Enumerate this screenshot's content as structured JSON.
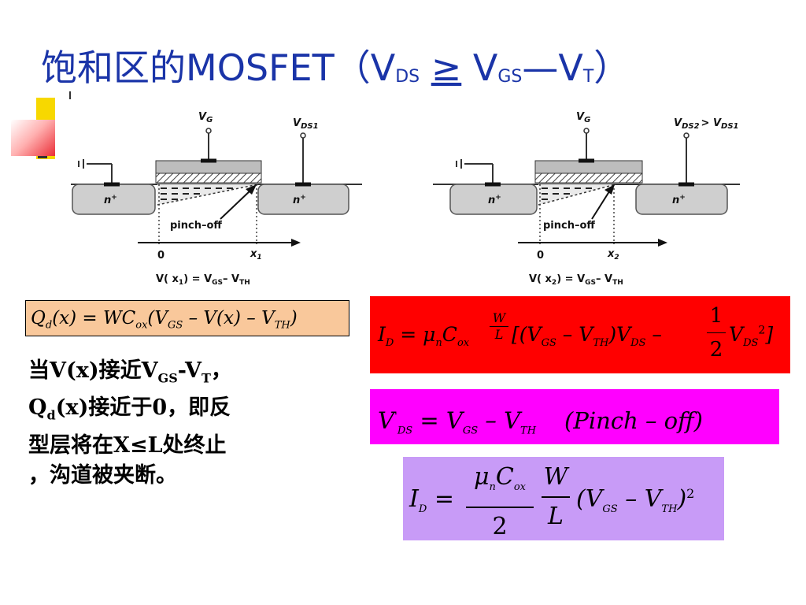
{
  "title": {
    "cn": "饱和区的",
    "latin": "MOSFET",
    "lp": "（",
    "v1": "V",
    "s1": "DS",
    "ge": "≥",
    "v2": "V",
    "s2": "GS",
    "minus": "—",
    "v3": "V",
    "s3": "T",
    "rp": "）"
  },
  "figure_left": {
    "vg": "V",
    "vg_sub": "G",
    "vds": "V",
    "vds_sub": "DS1",
    "n_left": "n",
    "n_right": "n",
    "plus": "+",
    "pinch": "pinch–off",
    "zero": "0",
    "x": "x",
    "x_sub": "1",
    "eq": "V( x ) = V  – V",
    "eq_parts": [
      "V( x",
      "1",
      ") = V",
      "GS",
      "– V",
      "TH"
    ]
  },
  "figure_right": {
    "vg": "V",
    "vg_sub": "G",
    "vds": "V",
    "vds_sub": "DS2",
    "vds_tail": "> V",
    "vds_tail_sub": "DS1",
    "n_left": "n",
    "n_right": "n",
    "plus": "+",
    "pinch": "pinch–off",
    "zero": "0",
    "x": "x",
    "x_sub": "2",
    "eq_parts": [
      "V( x",
      "2",
      ") = V",
      "GS",
      "– V",
      "TH"
    ]
  },
  "eq_qd": {
    "q": "Q",
    "d": "d",
    "rest1": "(x) = WC",
    "ox": "ox",
    "rest2": "(V",
    "gs": "GS",
    "rest3": " – V(x) – V",
    "th": "TH",
    "rest4": ")"
  },
  "eq_id_linear": {
    "id": "I",
    "d": "D",
    "eq": " = μ",
    "n": "n",
    "c": "C",
    "ox": "ox",
    "w": "W",
    "l": "L",
    "rest1": "[(V",
    "gs": "GS",
    "rest2": " – V",
    "th": "TH",
    "rest3": ")V",
    "ds": "DS",
    "rest4": " –",
    "one": "1",
    "two": "2",
    "rest5": "V",
    "ds2": "DS",
    "sq": "2",
    "rest6": "]"
  },
  "eq_pinch": {
    "v": "V",
    "prime": "'",
    "ds": "DS",
    "eq": " = V",
    "gs": "GS",
    "minus": " – V",
    "th": "TH",
    "note": "(Pinch – off)"
  },
  "eq_id_sat": {
    "id": "I",
    "d": "D",
    "eq": " = ",
    "mu": "μ",
    "n": "n",
    "c": "C",
    "ox": "ox",
    "two": "2",
    "w": "W",
    "l": "L",
    "rest1": "(V",
    "gs": "GS",
    "rest2": " – V",
    "th": "TH",
    "rest3": ")",
    "sq": "2"
  },
  "note": {
    "l1a": "当V(x)接近V",
    "l1s": "GS",
    "l1b": "-V",
    "l1s2": "T",
    "l1c": "，",
    "l2a": "Q",
    "l2s": "d",
    "l2b": "(x)接近于0，即反",
    "l3": "型层将在X≤L处终止",
    "l4": "，沟道被夹断。"
  },
  "colors": {
    "title": "#1a34a8",
    "qd_box": "#f9c89b",
    "linear_box": "#ff0000",
    "pinch_box": "#ff00ff",
    "sat_box": "#c89bf7"
  }
}
